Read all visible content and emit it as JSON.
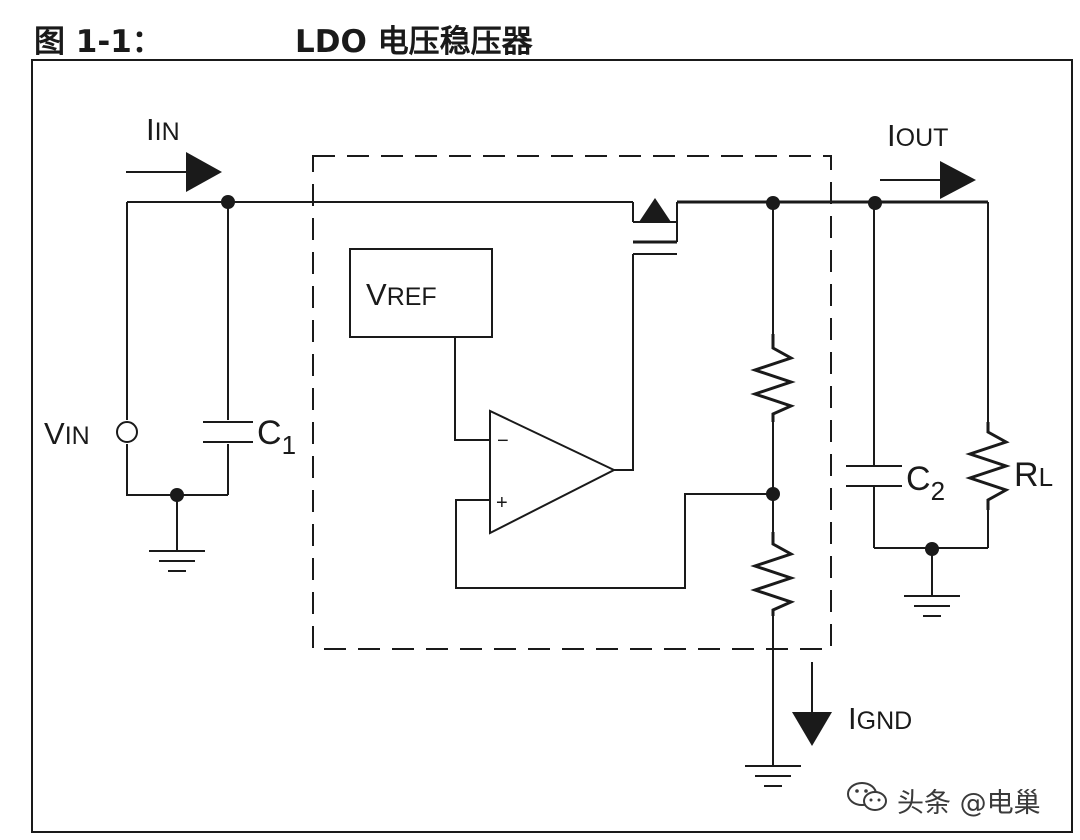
{
  "figure": {
    "number": "图 1-1：",
    "title": "LDO 电压稳压器"
  },
  "labels": {
    "i_in": {
      "main": "I",
      "sub": "IN"
    },
    "i_out": {
      "main": "I",
      "sub": "OUT"
    },
    "v_in": {
      "main": "V",
      "sub": "IN"
    },
    "v_ref": {
      "main": "V",
      "sub": "REF"
    },
    "c1": {
      "main": "C",
      "sub": "1"
    },
    "c2": {
      "main": "C",
      "sub": "2"
    },
    "rl": {
      "main": "R",
      "sub": "L"
    },
    "i_gnd": {
      "main": "I",
      "sub": "GND"
    },
    "opamp_minus": "−",
    "opamp_plus": "+"
  },
  "watermark": {
    "text": "头条 @电巢",
    "icon": "wechat-bubble-icon"
  },
  "colors": {
    "line": "#1a1a1a",
    "background": "#ffffff"
  }
}
